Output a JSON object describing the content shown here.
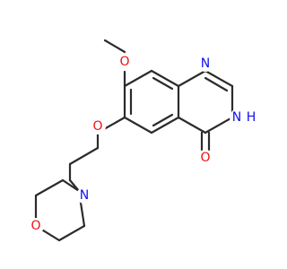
{
  "colors": {
    "bond": "#2b2b2b",
    "oxygen": "#ee1111",
    "nitrogen": "#1111ee",
    "background": "#ffffff"
  },
  "atoms": {
    "o_methoxy": "O",
    "n1": "N",
    "n3": "N",
    "h3": "H",
    "o_carbonyl": "O",
    "o_ether": "O",
    "n_morpholine": "N",
    "o_morpholine": "O"
  }
}
